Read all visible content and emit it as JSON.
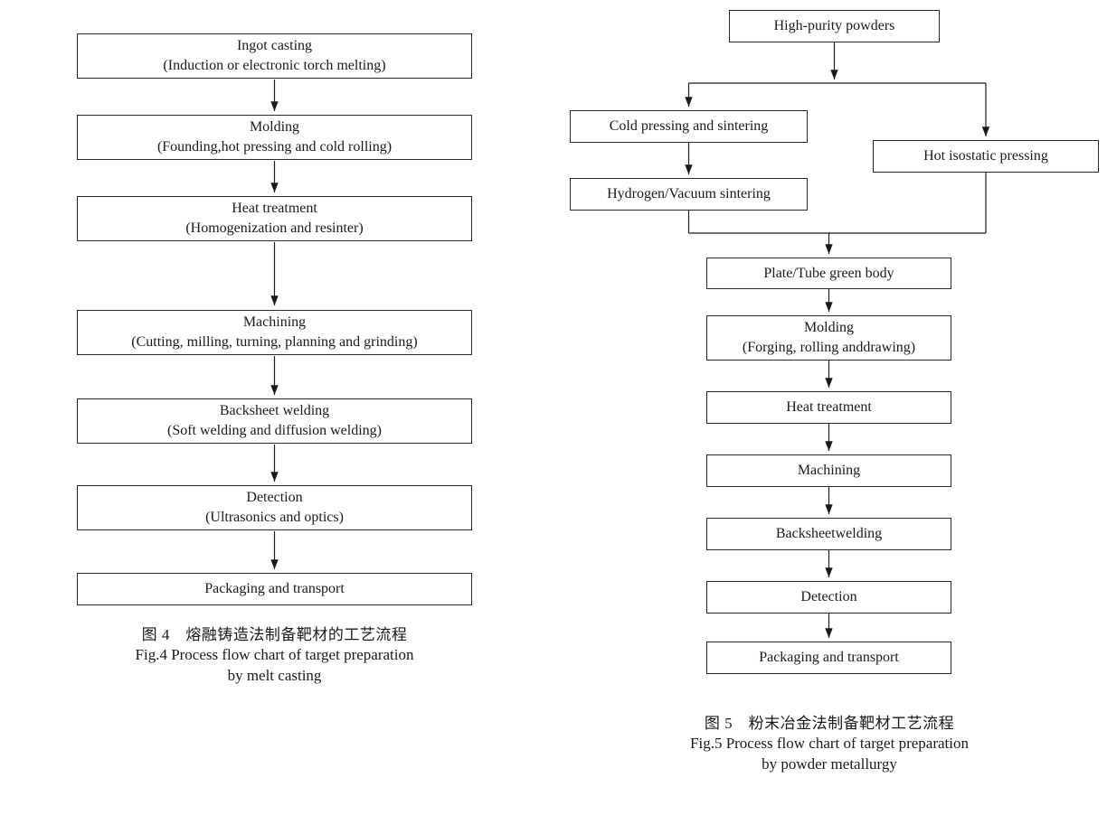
{
  "fig4": {
    "boxes": [
      {
        "title": "Ingot casting",
        "subtitle": "(Induction or electronic torch melting)"
      },
      {
        "title": "Molding",
        "subtitle": "(Founding,hot pressing and cold rolling)"
      },
      {
        "title": "Heat treatment",
        "subtitle": "(Homogenization and resinter)"
      },
      {
        "title": "Machining",
        "subtitle": "(Cutting, milling, turning, planning and grinding)"
      },
      {
        "title": "Backsheet welding",
        "subtitle": "(Soft welding and diffusion welding)"
      },
      {
        "title": "Detection",
        "subtitle": "(Ultrasonics and optics)"
      },
      {
        "title": "Packaging and transport",
        "subtitle": ""
      }
    ],
    "caption": {
      "zh": "图 4　熔融铸造法制备靶材的工艺流程",
      "en1": "Fig.4 Process flow chart of target preparation",
      "en2": "by melt casting"
    }
  },
  "fig5": {
    "top_box": "High-purity powders",
    "branch": {
      "cold_pressing": "Cold pressing and sintering",
      "hydrogen_vacuum": "Hydrogen/Vacuum sintering",
      "hot_isostatic": "Hot isostatic pressing"
    },
    "main_boxes": [
      {
        "title": "Plate/Tube green body",
        "subtitle": ""
      },
      {
        "title": "Molding",
        "subtitle": "(Forging, rolling anddrawing)"
      },
      {
        "title": "Heat treatment",
        "subtitle": ""
      },
      {
        "title": "Machining",
        "subtitle": ""
      },
      {
        "title": "Backsheetwelding",
        "subtitle": ""
      },
      {
        "title": "Detection",
        "subtitle": ""
      },
      {
        "title": "Packaging and transport",
        "subtitle": ""
      }
    ],
    "caption": {
      "zh": "图 5　粉末冶金法制备靶材工艺流程",
      "en1": "Fig.5 Process flow chart of target preparation",
      "en2": "by powder metallurgy"
    }
  },
  "colors": {
    "ink": "#1a1a1a",
    "background": "#ffffff"
  }
}
